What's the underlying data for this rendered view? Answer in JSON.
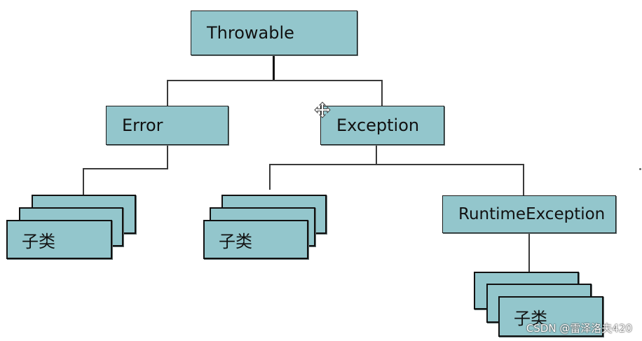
{
  "diagram": {
    "root": {
      "label": "Throwable"
    },
    "error": {
      "label": "Error",
      "children_label": "子类"
    },
    "exception": {
      "label": "Exception",
      "children_label": "子类",
      "runtime": {
        "label": "RuntimeException",
        "children_label": "子类"
      }
    }
  },
  "watermark": "CSDN @雷泽洛夫420",
  "colors": {
    "box_fill": "#93c6cc",
    "box_border": "#1c1c1c",
    "connector": "#3a3a3a"
  }
}
